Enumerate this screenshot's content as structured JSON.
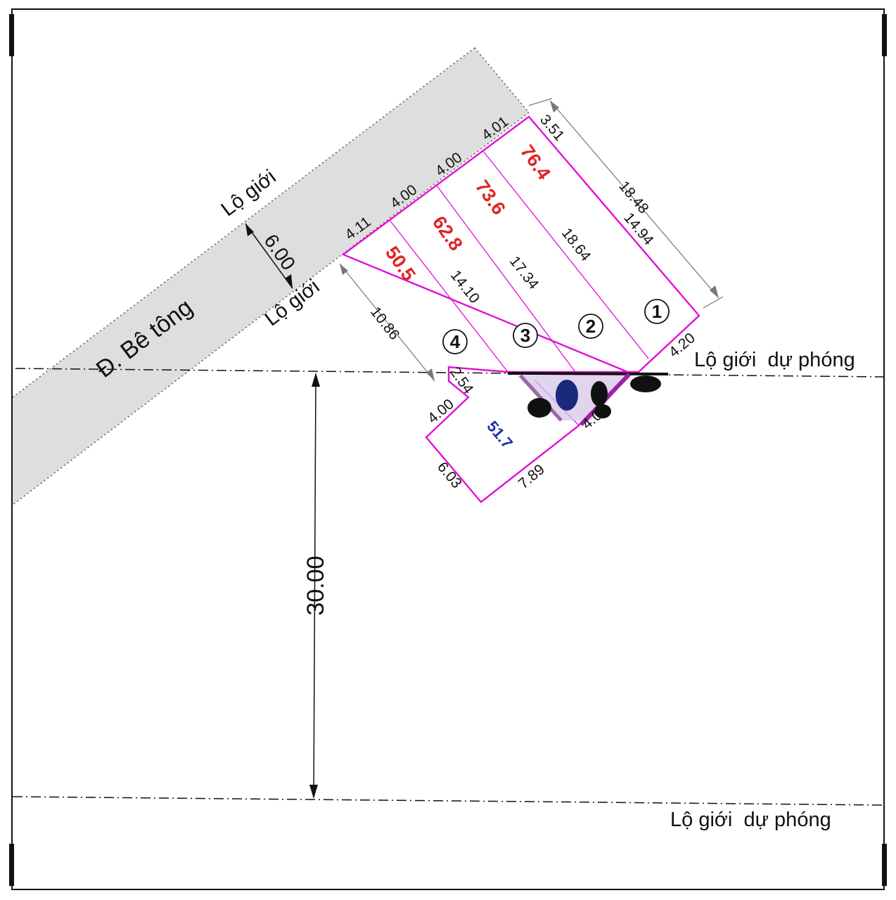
{
  "colors": {
    "lot_outline": "#e011d6",
    "area_red": "#e02424",
    "area_blue": "#1a2fa8",
    "road_fill": "#dedede",
    "ink": "#111111"
  },
  "road": {
    "name": "Đ. Bê tông",
    "width": "6.00",
    "boundary_label_top": "Lộ giới",
    "boundary_label_bottom": "Lộ giới"
  },
  "projected_boundary": {
    "label_top": "Lộ giới  dự phóng",
    "label_bottom": "Lộ giới  dự phóng",
    "distance": "30.00"
  },
  "lots": [
    {
      "number": "1",
      "area": "76.4"
    },
    {
      "number": "2",
      "area": "73.6"
    },
    {
      "number": "3",
      "area": "62.8"
    },
    {
      "number": "4",
      "area": "50.5"
    }
  ],
  "extra_lot": {
    "area": "51.7"
  },
  "dimensions": {
    "front_1": "4.01",
    "front_2": "4.00",
    "front_3": "4.00",
    "front_4": "4.11",
    "corner": "3.51",
    "right_total": "18.48",
    "right_side": "14.94",
    "div_1_2": "18.64",
    "div_2_3": "17.34",
    "div_3_4": "14.10",
    "left_side": "10.86",
    "lot1_back": "4.20",
    "notch": "2.54",
    "ext_left": "4.00",
    "ext_bottom_left": "6.03",
    "ext_bottom": "7.89",
    "ext_right": "4.0"
  }
}
